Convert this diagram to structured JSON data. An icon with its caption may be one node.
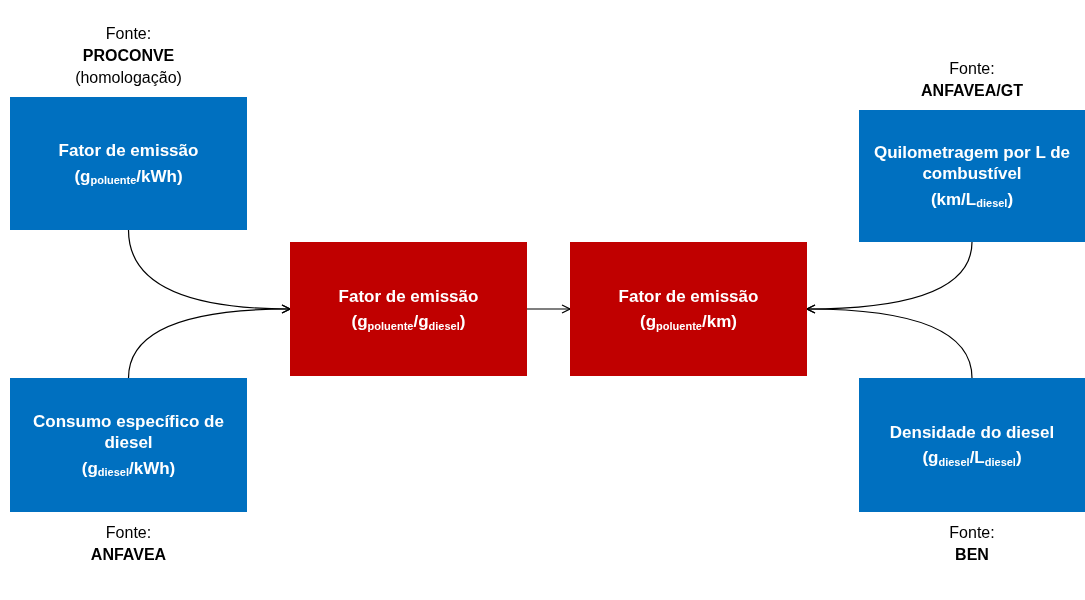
{
  "diagram": {
    "nodes": [
      {
        "text": [
          "Fator de emissão",
          "(g$_{poluente}$/kWh)"
        ],
        "beside": [
          "Fonte:",
          "PROCONVE",
          "(homologação)"
        ]
      },
      {
        "text": [
          "Consumo específico de diesel",
          "(g$_{diesel}$/kWh)"
        ],
        "beside": [
          "Fonte:",
          "ANFAVEA"
        ]
      },
      {
        "text": [
          "Fator de emissão",
          "(g$_{poluente}$/g$_{diesel}$)"
        ]
      },
      {
        "text": [
          "Fator de emissão",
          "(g$_{poluente}$/km)"
        ]
      },
      {
        "text": [
          "Quilometragem por L de combustível",
          "(km/L$_{diesel}$)"
        ],
        "beside": [
          "Fonte:",
          "ANFAVEA/GT"
        ]
      },
      {
        "text": [
          "Densidade do diesel",
          "(g$_{diesel}$/L$_{diesel}$)"
        ],
        "beside": [
          "Fonte:",
          "BEN"
        ]
      }
    ],
    "edges": [
      {
        "from": 0,
        "to": 2,
        "arrow": "to"
      },
      {
        "from": 1,
        "to": 2,
        "arrow": "to"
      },
      {
        "from": 2,
        "to": 3,
        "arrow": "to"
      },
      {
        "from": 4,
        "to": 3,
        "arrow": "to"
      },
      {
        "from": 5,
        "to": 3,
        "arrow": "to"
      }
    ]
  }
}
